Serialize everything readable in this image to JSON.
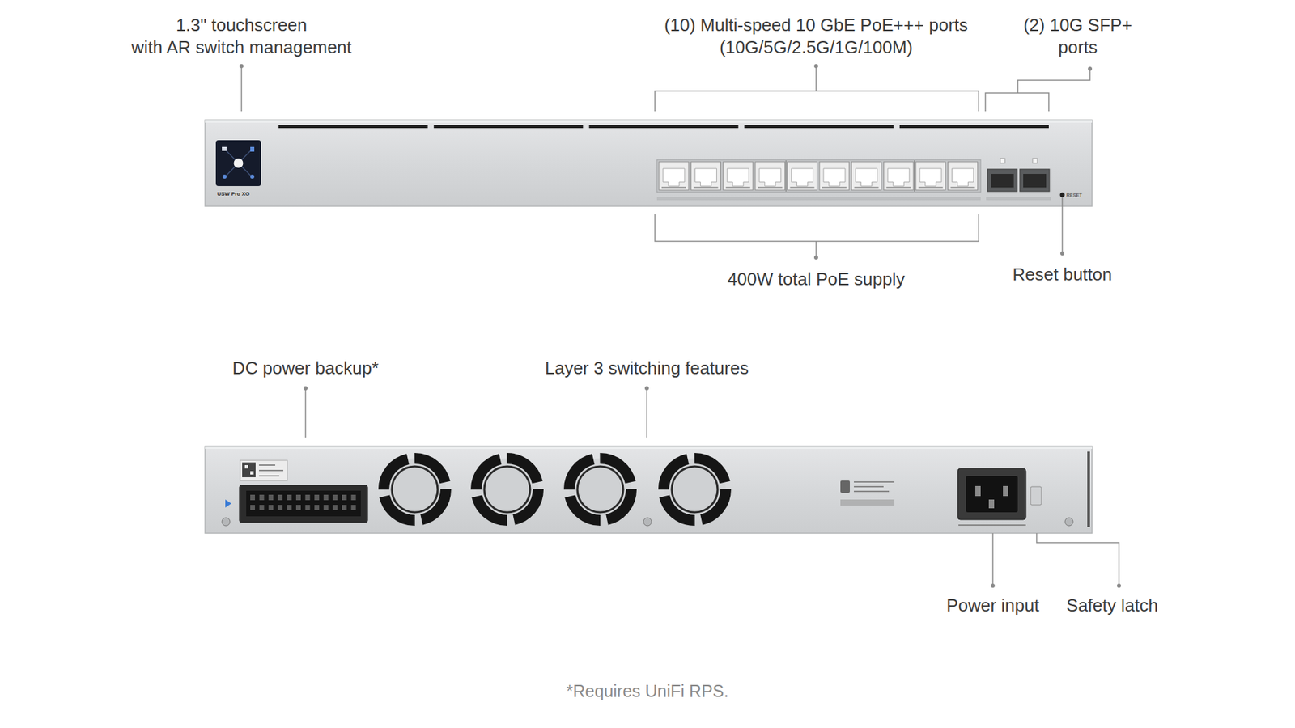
{
  "diagram": {
    "caption": "*Requires UniFi RPS.",
    "labels": [
      "1.3\" touchscreen with AR switch management",
      "(10) Multi-speed 10 GbE PoE+++ ports (10G/5G/2.5G/1G/100M)",
      "(2) 10G SFP+ ports",
      "USW Pro XG",
      "400W total PoE supply",
      "RESET",
      "Reset button",
      "DC power backup*",
      "Layer 3 switching features",
      "Power input",
      "Safety latch"
    ]
  }
}
